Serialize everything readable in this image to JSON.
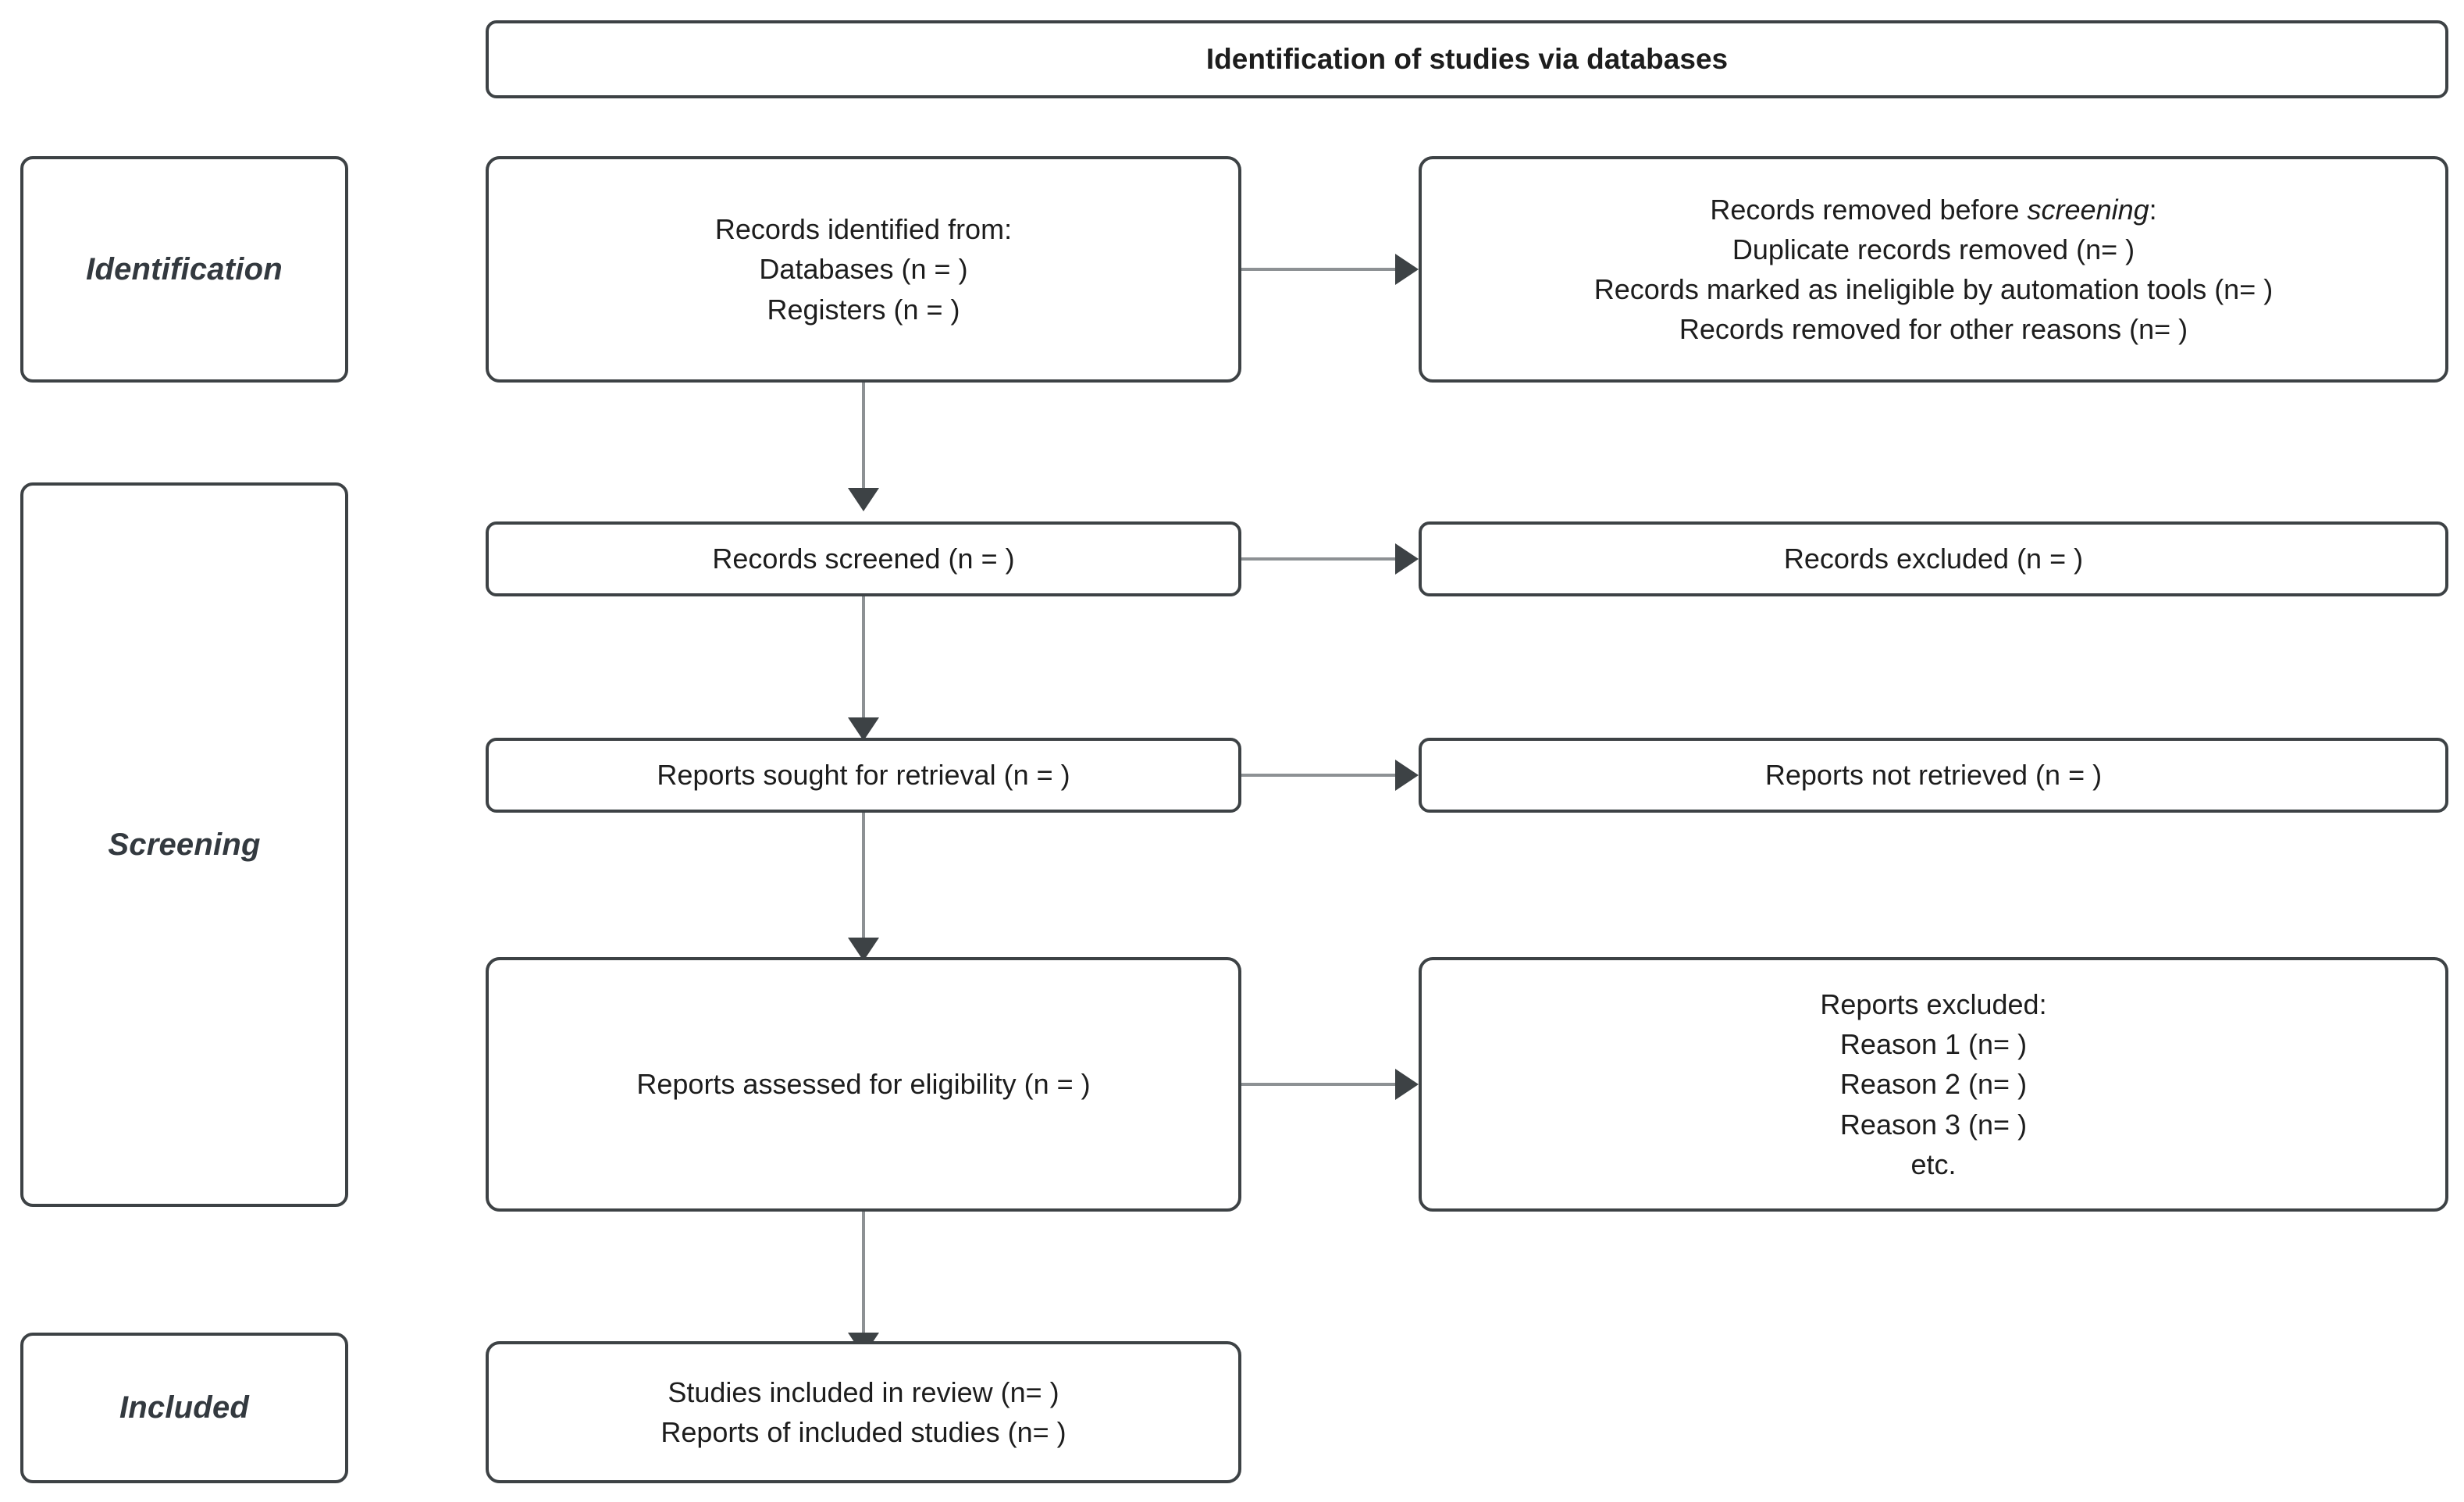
{
  "diagram": {
    "type": "prisma-flow-diagram",
    "title": "Identification of studies via databases",
    "title_plain": "Identification of studies via databases",
    "border_color": "#3d4245",
    "connector_color": "#8d9194",
    "stage_label_color": "#33393f",
    "text_color": "#1d1d1d",
    "background": "#ffffff"
  },
  "stages": [
    {
      "id": "identification",
      "label": "Identification"
    },
    {
      "id": "screening",
      "label": "Screening"
    },
    {
      "id": "included",
      "label": "Included"
    }
  ],
  "boxes": {
    "records_identified": {
      "id": "records-identified-from",
      "lines": [
        "Records identified from:",
        "Databases (n = )",
        "Registers (n = )"
      ]
    },
    "records_removed": {
      "id": "records-removed-before-screening",
      "heading_prefix": "Records removed before ",
      "heading_italic": "screening",
      "heading_suffix": ":",
      "lines": [
        "Duplicate records removed (n= )",
        "Records marked as ineligible by automation tools (n= )",
        "Records removed for other reasons (n= )"
      ]
    },
    "records_screened": {
      "id": "records-screened",
      "lines": [
        "Records screened (n = )"
      ]
    },
    "records_excluded": {
      "id": "records-excluded",
      "lines": [
        "Records excluded (n = )"
      ]
    },
    "reports_sought": {
      "id": "reports-sought-for-retrieval",
      "lines": [
        "Reports sought for retrieval (n = )"
      ]
    },
    "reports_not_retrieved": {
      "id": "reports-not-retrieved",
      "lines": [
        "Reports not retrieved (n = )"
      ]
    },
    "reports_assessed": {
      "id": "reports-assessed-for-eligibility",
      "lines": [
        "Reports assessed for eligibility (n = )"
      ]
    },
    "reports_excluded": {
      "id": "reports-excluded",
      "lines": [
        "Reports excluded:",
        "Reason 1 (n= )",
        "Reason 2 (n= )",
        "Reason 3 (n= )",
        "etc."
      ]
    },
    "studies_included": {
      "id": "studies-included-in-review",
      "lines": [
        "Studies included in review (n= )",
        "Reports of included studies (n= )"
      ]
    }
  }
}
